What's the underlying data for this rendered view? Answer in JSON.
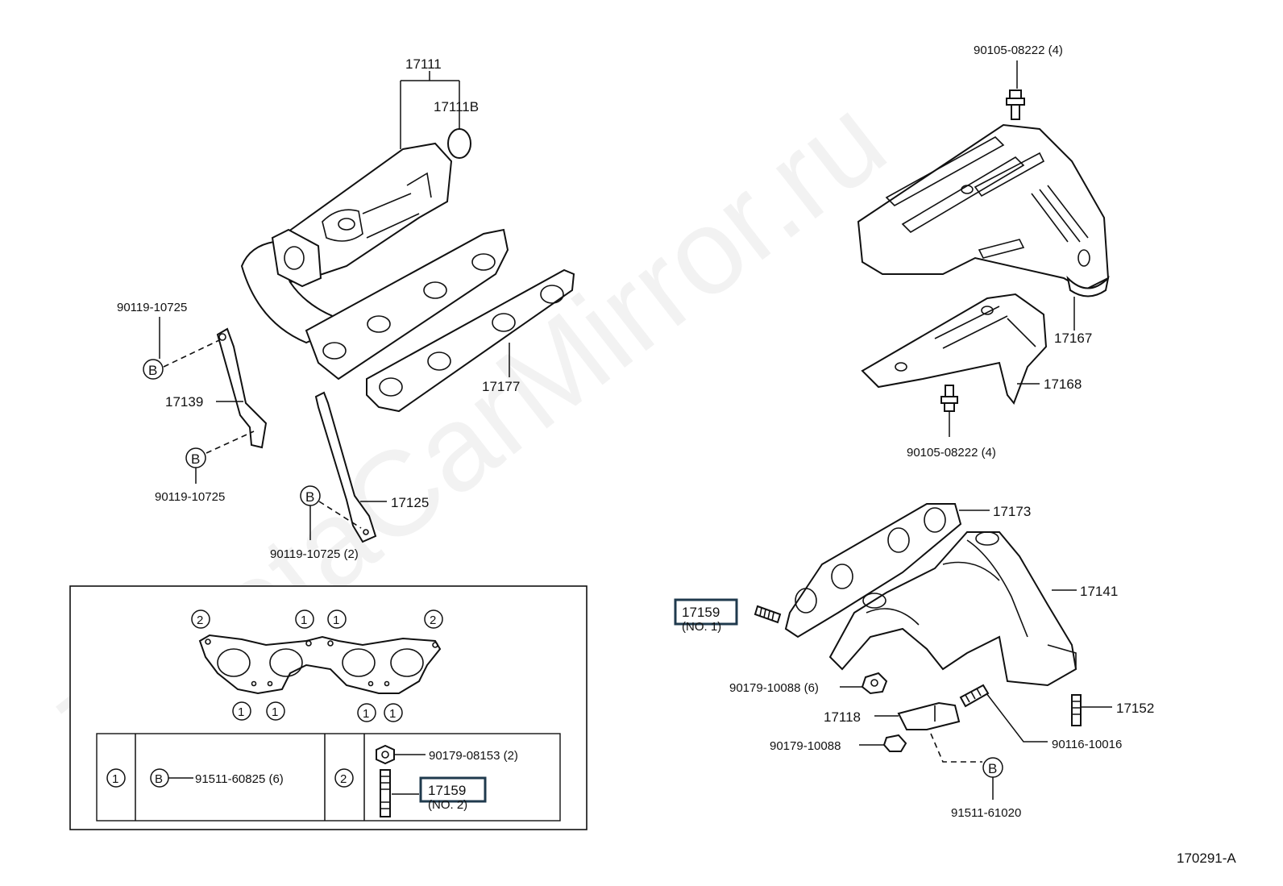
{
  "watermark": "ToyotaCarMirror.ru",
  "diagram_id": "170291-A",
  "labels": {
    "p17111": "17111",
    "p17111b": "17111B",
    "p17177": "17177",
    "p17139": "17139",
    "p17125": "17125",
    "b90119_a": "90119-10725",
    "b90119_b": "90119-10725",
    "b90119_c": "90119-10725 (2)",
    "b90105_top": "90105-08222 (4)",
    "b90105_bot": "90105-08222 (4)",
    "p17167": "17167",
    "p17168": "17168",
    "p17173": "17173",
    "p17141": "17141",
    "p17159_no1": "17159",
    "p17159_no1_sub": "(NO. 1)",
    "n90179_6": "90179-10088 (6)",
    "p17118": "17118",
    "n90179": "90179-10088",
    "p17152": "17152",
    "s90116": "90116-10016",
    "b91511": "91511-61020",
    "circle_b": "B"
  },
  "inset": {
    "marker_1": "1",
    "marker_2": "2",
    "row1_label": "91511-60825 (6)",
    "row2_nut": "90179-08153 (2)",
    "row2_stud": "17159",
    "row2_stud_sub": "(NO. 2)"
  },
  "highlight_color": "#1f3a4d"
}
